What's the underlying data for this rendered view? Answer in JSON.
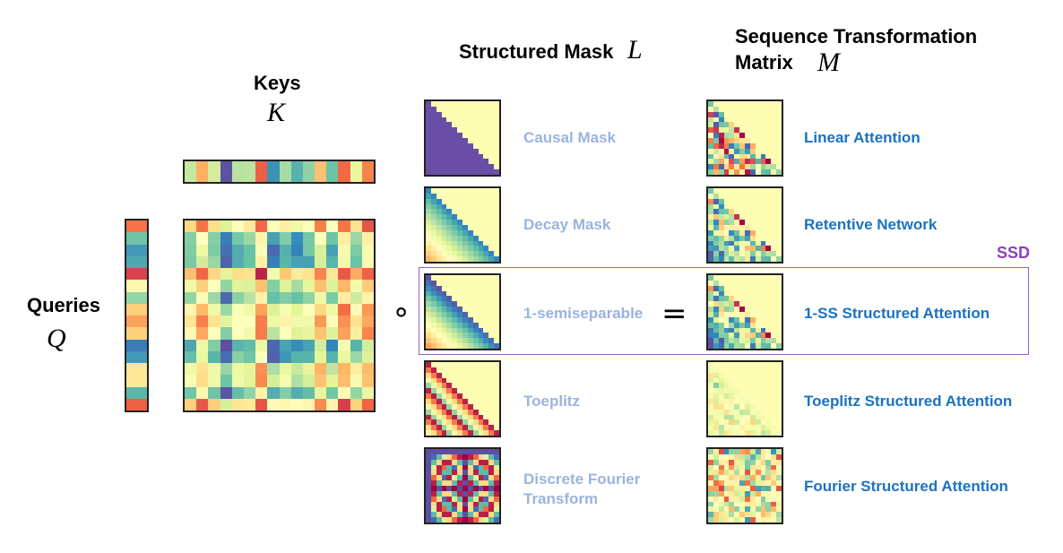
{
  "headers": {
    "keys": "Keys",
    "keys_symbol": "K",
    "queries": "Queries",
    "queries_symbol": "Q",
    "mask": "Structured Mask",
    "mask_symbol": "L",
    "transform_line1": "Sequence Transformation",
    "transform_line2": "Matrix",
    "transform_symbol": "M"
  },
  "operators": {
    "hadamard": "∘",
    "equals": "="
  },
  "ssd": {
    "label": "SSD",
    "color": "#8e3fb8"
  },
  "rows": [
    {
      "mask": "Causal Mask",
      "result": "Linear Attention"
    },
    {
      "mask": "Decay Mask",
      "result": "Retentive Network"
    },
    {
      "mask": "1-semiseparable",
      "result": "1-SS Structured Attention"
    },
    {
      "mask": "Toeplitz",
      "result": "Toeplitz Structured Attention"
    },
    {
      "mask": "Discrete Fourier Transform",
      "mask_lines": [
        "Discrete Fourier",
        "Transform"
      ],
      "result": "Fourier Structured Attention"
    }
  ],
  "colors": {
    "mask_label": "#9ab3df",
    "result_label": "#1a72c2",
    "upper_fill": "#fdfdb4",
    "causal_fill": "#6a4ea5"
  }
}
